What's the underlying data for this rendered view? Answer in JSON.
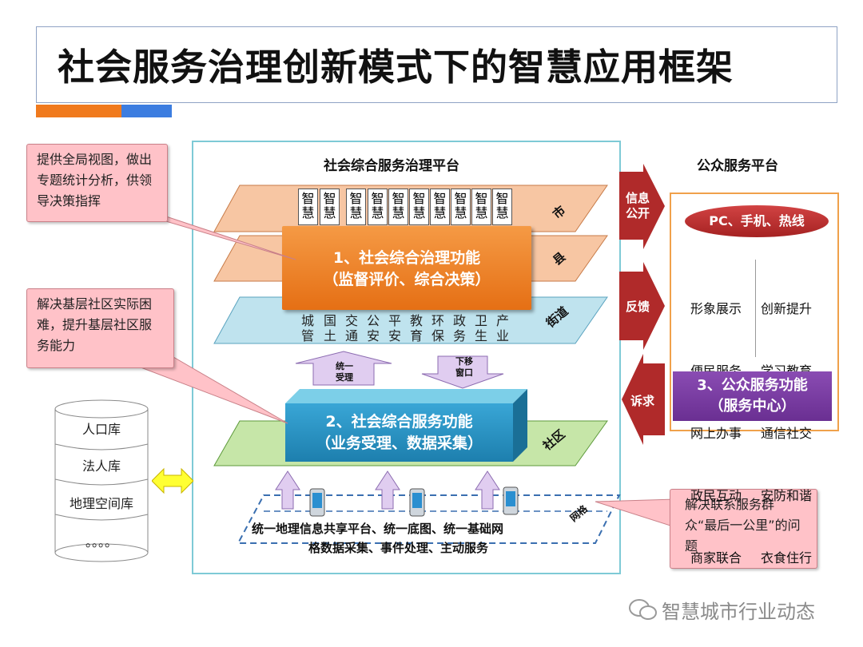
{
  "title": "社会服务治理创新模式下的智慧应用框架",
  "platform_title": "社会综合服务治理平台",
  "public_platform_title": "公众服务平台",
  "callouts": {
    "top_left": "提供全局视图，做出专题统计分析，供领导决策指挥",
    "mid_left": "解决基层社区实际困难，提升基层社区服务能力",
    "bottom_right": "解决联系服务群众“最后一公里”的问题"
  },
  "layers": {
    "city": "市",
    "county": "县",
    "street": "街道",
    "community": "社区",
    "grid": "网格"
  },
  "smart_box_text": "智慧",
  "departments": [
    "城管",
    "国土",
    "交通",
    "公安",
    "平安",
    "教育",
    "环保",
    "政务",
    "卫生",
    "产业"
  ],
  "functions": {
    "f1_line1": "1、社会综合治理功能",
    "f1_line2": "（监督评价、综合决策）",
    "f2_line1": "2、社会综合服务功能",
    "f2_line2": "（业务受理、数据采集）",
    "f3_line1": "3、公众服务功能",
    "f3_line2": "（服务中心）"
  },
  "arrows": {
    "unified_accept": "统一受理",
    "down_window": "下移窗口"
  },
  "side_arrows": [
    "信息公开",
    "反馈",
    "诉求"
  ],
  "public": {
    "channels": "PC、手机、热线",
    "services_left": [
      "形象展示",
      "便民服务",
      "网上办事",
      "政民互动",
      "商家联合"
    ],
    "services_right": [
      "创新提升",
      "学习教育",
      "通信社交",
      "安防和谐",
      "衣食住行"
    ]
  },
  "databases": [
    "人口库",
    "法人库",
    "地理空间库",
    "。。。。"
  ],
  "grid_text": [
    "统一地理信息共享平台、统一底图、统一基础网",
    "格数据采集、事件处理、主动服务"
  ],
  "watermark": "智慧城市行业动态",
  "colors": {
    "orange": "#f07a1d",
    "blue": "#2f8fc0",
    "purple": "#7a3fa0",
    "darkred": "#b02a2a"
  }
}
